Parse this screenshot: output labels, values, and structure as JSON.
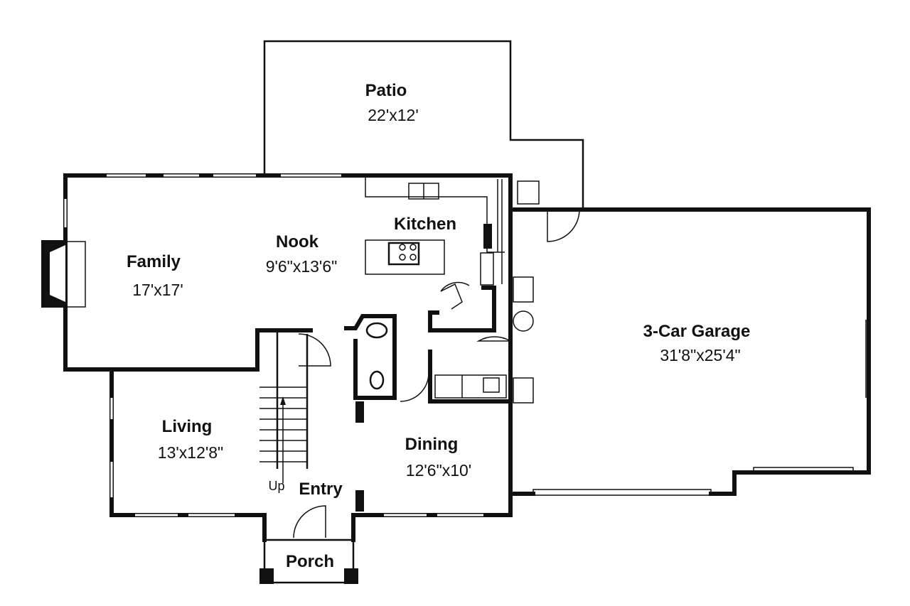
{
  "rooms": {
    "patio": {
      "name": "Patio",
      "size": "22'x12'"
    },
    "kitchen": {
      "name": "Kitchen"
    },
    "nook": {
      "name": "Nook",
      "size": "9'6\"x13'6\""
    },
    "family": {
      "name": "Family",
      "size": "17'x17'"
    },
    "garage": {
      "name": "3-Car Garage",
      "size": "31'8\"x25'4\""
    },
    "living": {
      "name": "Living",
      "size": "13'x12'8\""
    },
    "dining": {
      "name": "Dining",
      "size": "12'6\"x10'"
    },
    "entry": {
      "name": "Entry"
    },
    "porch": {
      "name": "Porch"
    }
  },
  "stair_label": "Up"
}
